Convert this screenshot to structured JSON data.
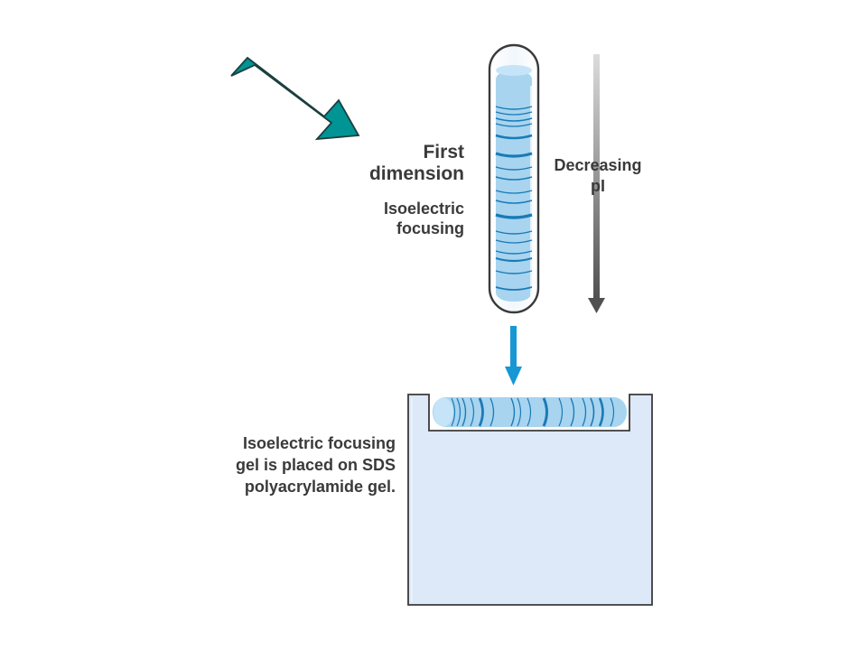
{
  "labels": {
    "first_dimension_line1": "First",
    "first_dimension_line2": "dimension",
    "method_line1": "Isoelectric",
    "method_line2": "focusing",
    "gradient_line1": "Decreasing",
    "gradient_line2": "pI",
    "placement_line1": "Isoelectric focusing",
    "placement_line2": "gel is placed on SDS",
    "placement_line3": "polyacrylamide gel."
  },
  "colors": {
    "teal_arrow": "#009494",
    "blue_arrow": "#1797d4",
    "gel_fill": "#a8d4f0",
    "band": "#1a7bb5",
    "slab_fill": "#dde9f9",
    "gradient_arrow_light": "#d2d2d2",
    "gradient_arrow_dark": "#555555"
  },
  "icons": {
    "teal_arrow": "arrow-down-right-icon",
    "transfer_arrow": "arrow-down-icon",
    "gradient_arrow": "gradient-arrow-down-icon"
  }
}
